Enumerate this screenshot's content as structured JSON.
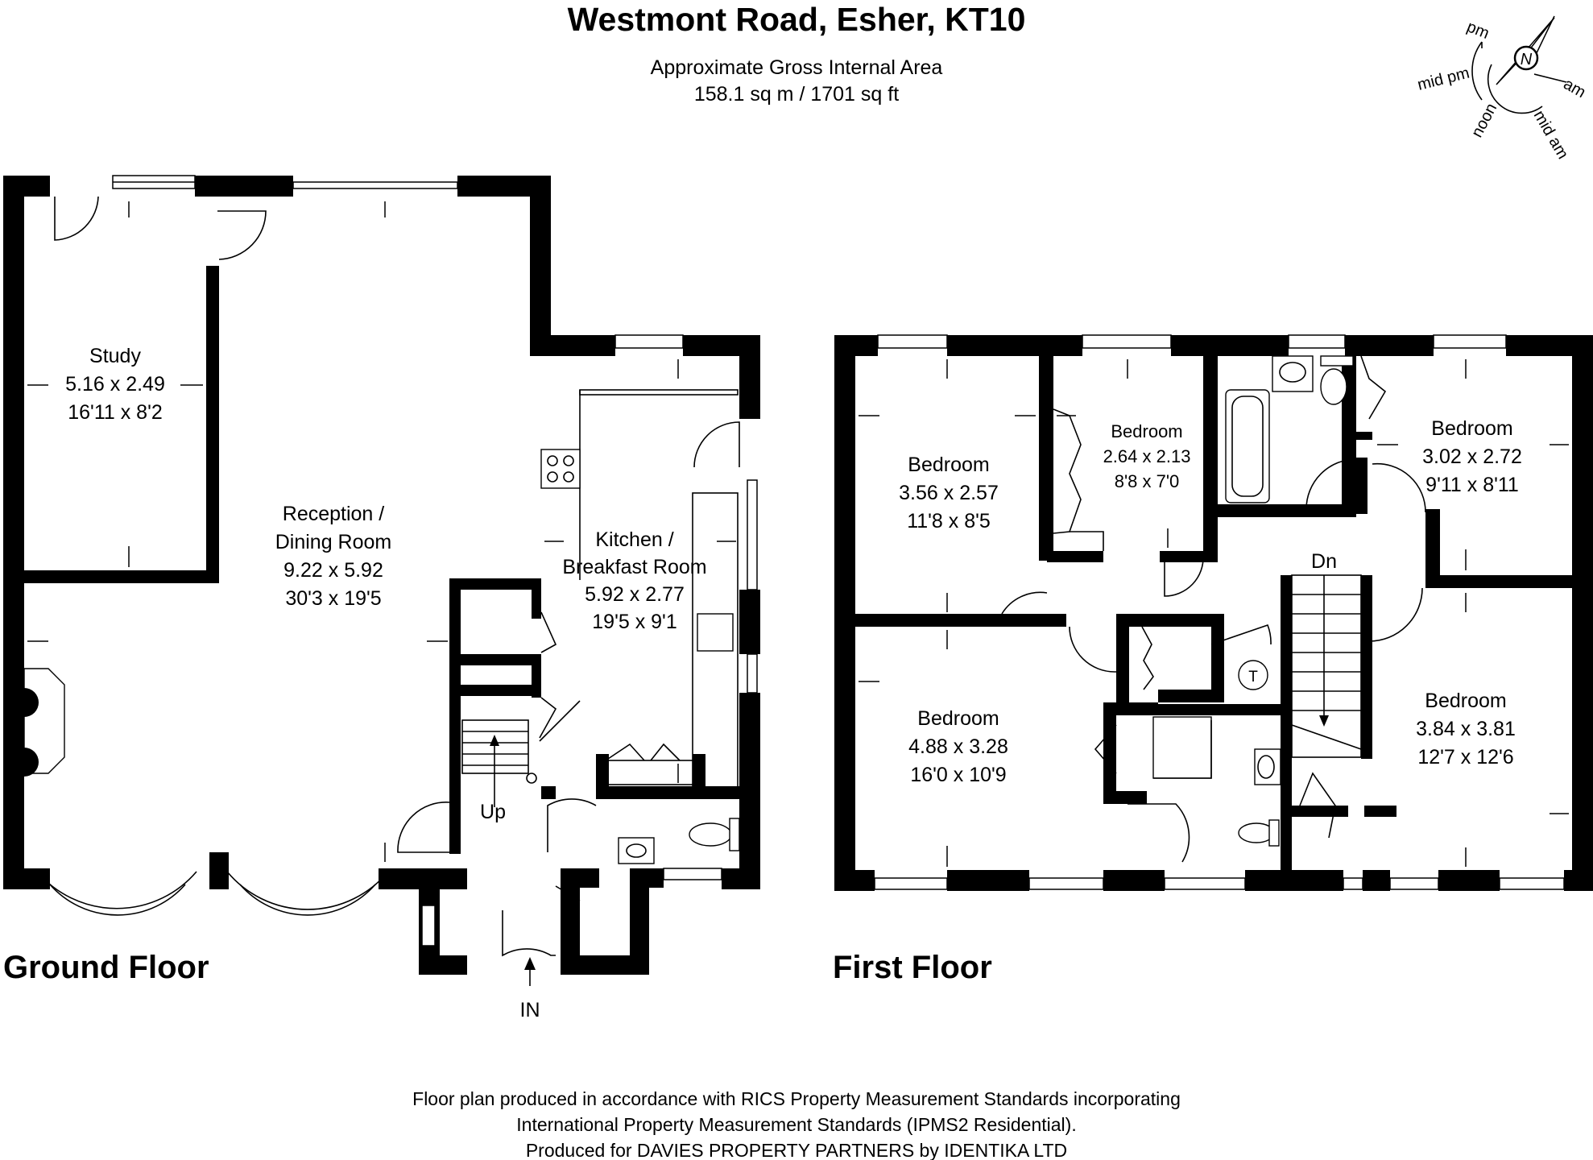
{
  "header": {
    "title": "Westmont Road, Esher, KT10",
    "area_label": "Approximate Gross Internal Area",
    "area_value": "158.1 sq m / 1701 sq ft"
  },
  "compass": {
    "north": "N",
    "labels": [
      "pm",
      "mid pm",
      "noon",
      "mid am",
      "am"
    ]
  },
  "floors": {
    "ground": {
      "title": "Ground Floor",
      "rooms": [
        {
          "name": "Study",
          "metric": "5.16 x 2.49",
          "imperial": "16'11 x 8'2"
        },
        {
          "name": "Reception /",
          "name2": "Dining Room",
          "metric": "9.22 x 5.92",
          "imperial": "30'3 x 19'5"
        },
        {
          "name": "Kitchen /",
          "name2": "Breakfast Room",
          "metric": "5.92 x 2.77",
          "imperial": "19'5 x 9'1"
        }
      ],
      "up": "Up",
      "entrance": "IN"
    },
    "first": {
      "title": "First Floor",
      "rooms": [
        {
          "name": "Bedroom",
          "metric": "3.56 x 2.57",
          "imperial": "11'8 x 8'5"
        },
        {
          "name": "Bedroom",
          "metric": "2.64 x 2.13",
          "imperial": "8'8 x 7'0"
        },
        {
          "name": "Bedroom",
          "metric": "3.02 x 2.72",
          "imperial": "9'11 x 8'11"
        },
        {
          "name": "Bedroom",
          "metric": "4.88 x 3.28",
          "imperial": "16'0 x 10'9"
        },
        {
          "name": "Bedroom",
          "metric": "3.84 x 3.81",
          "imperial": "12'7 x 12'6"
        }
      ],
      "down": "Dn",
      "tank": "T"
    }
  },
  "footer": {
    "line1": "Floor plan produced in accordance with RICS Property Measurement Standards incorporating",
    "line2": "International Property Measurement Standards (IPMS2 Residential).",
    "line3": "Produced for DAVIES PROPERTY PARTNERS by IDENTIKA LTD"
  }
}
